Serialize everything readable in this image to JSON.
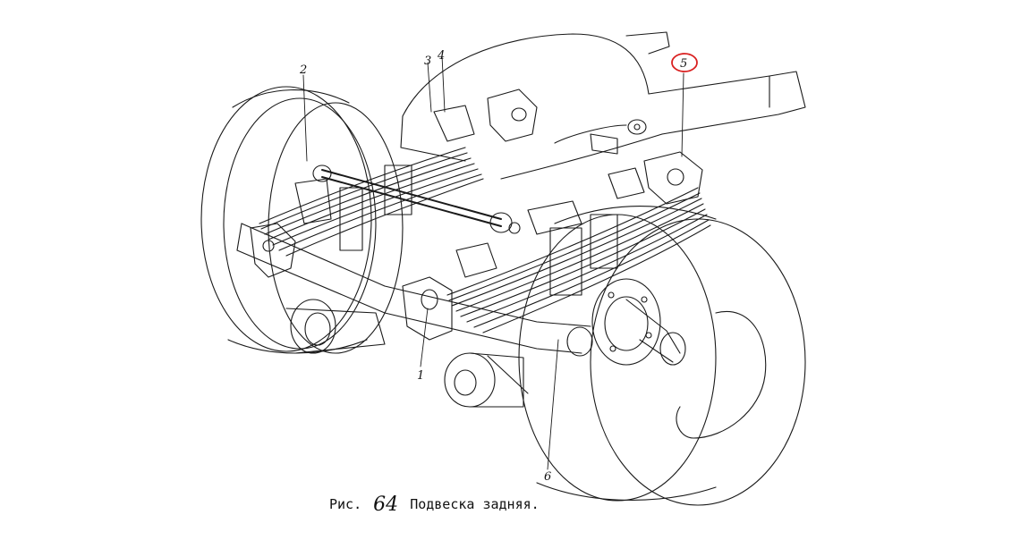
{
  "callouts": {
    "label_1": "1",
    "label_2": "2",
    "label_3": "3",
    "label_4": "4",
    "label_5": "5",
    "label_6": "6"
  },
  "caption": {
    "prefix": "Рис.",
    "number": "64",
    "text": "Подвеска задняя."
  },
  "highlight": {
    "target": "label_5",
    "color": "#d92020"
  }
}
